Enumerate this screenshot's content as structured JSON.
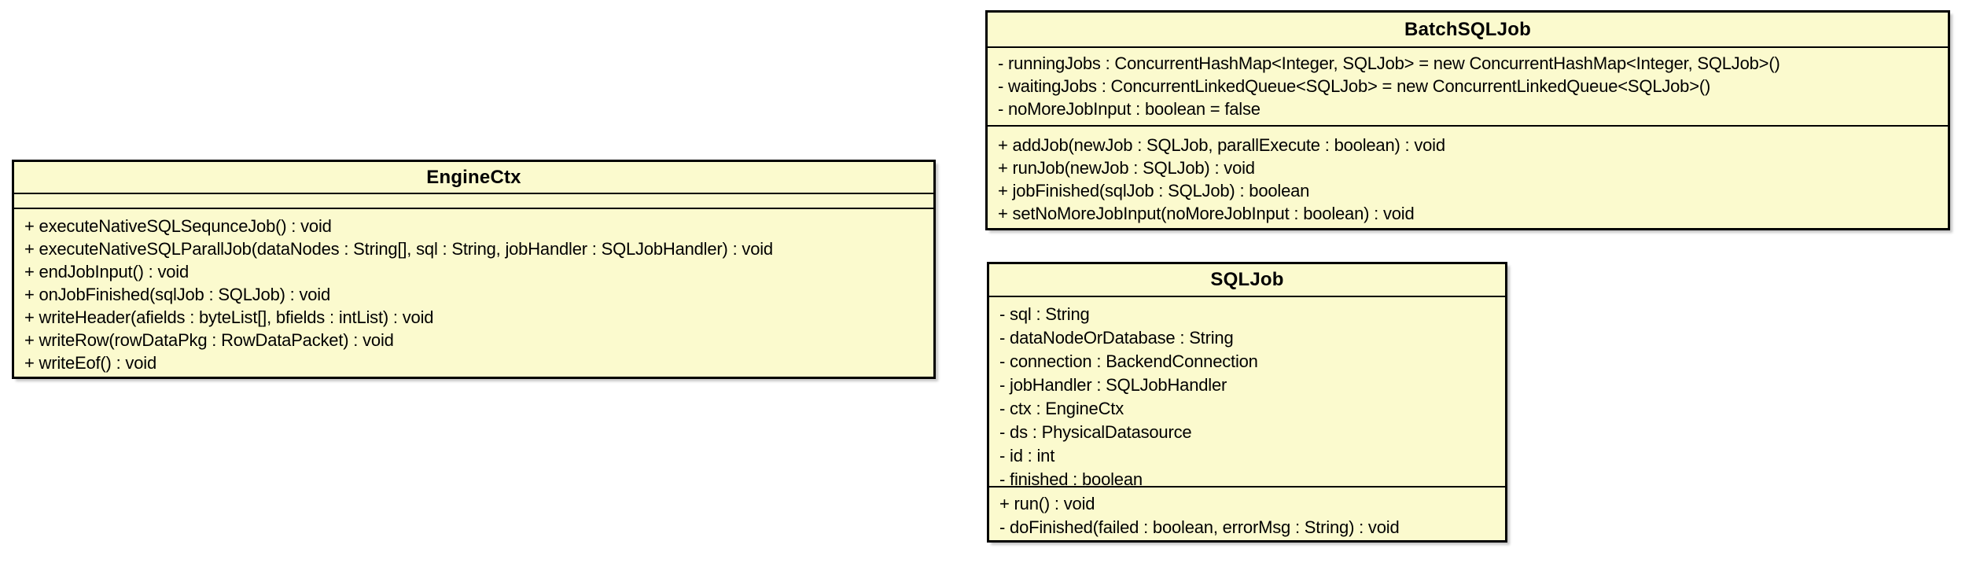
{
  "diagram": {
    "type": "uml-class-diagram",
    "colors": {
      "node_fill": "#fbface",
      "node_border": "#000000",
      "background": "#ffffff"
    },
    "classes": [
      {
        "name": "EngineCtx",
        "attributes": [],
        "methods": [
          "+ executeNativeSQLSequnceJob() : void",
          "+ executeNativeSQLParallJob(dataNodes : String[], sql : String, jobHandler : SQLJobHandler) : void",
          "+ endJobInput() : void",
          "+ onJobFinished(sqlJob : SQLJob) : void",
          "+ writeHeader(afields : byteList[], bfields : intList) : void",
          "+ writeRow(rowDataPkg : RowDataPacket) : void",
          "+ writeEof() : void"
        ]
      },
      {
        "name": "BatchSQLJob",
        "attributes": [
          "- runningJobs : ConcurrentHashMap<Integer, SQLJob> = new ConcurrentHashMap<Integer, SQLJob>()",
          "- waitingJobs : ConcurrentLinkedQueue<SQLJob> = new ConcurrentLinkedQueue<SQLJob>()",
          "- noMoreJobInput : boolean = false"
        ],
        "methods": [
          "+ addJob(newJob : SQLJob, parallExecute : boolean) : void",
          "+ runJob(newJob : SQLJob) : void",
          "+ jobFinished(sqlJob : SQLJob) : boolean",
          "+ setNoMoreJobInput(noMoreJobInput : boolean) : void"
        ]
      },
      {
        "name": "SQLJob",
        "attributes": [
          "- sql : String",
          "- dataNodeOrDatabase : String",
          "- connection : BackendConnection",
          "- jobHandler : SQLJobHandler",
          "- ctx : EngineCtx",
          "- ds : PhysicalDatasource",
          "- id : int",
          "- finished : boolean"
        ],
        "methods": [
          "+ run() : void",
          "- doFinished(failed : boolean, errorMsg : String) : void"
        ]
      }
    ]
  }
}
